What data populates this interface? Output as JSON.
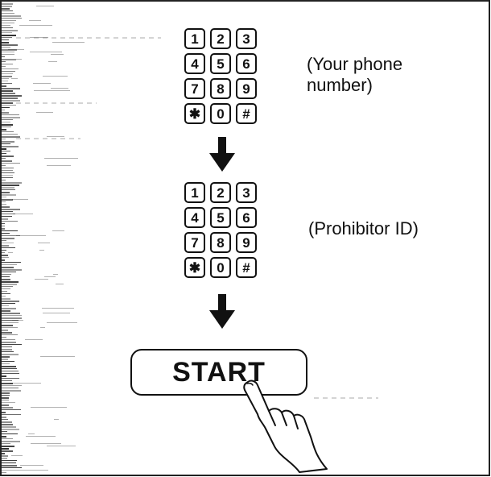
{
  "keypad_1": {
    "keys": [
      "1",
      "2",
      "3",
      "4",
      "5",
      "6",
      "7",
      "8",
      "9",
      "✱",
      "0",
      "#"
    ],
    "caption": "(Your phone\nnumber)"
  },
  "keypad_2": {
    "keys": [
      "1",
      "2",
      "3",
      "4",
      "5",
      "6",
      "7",
      "8",
      "9",
      "✱",
      "0",
      "#"
    ],
    "caption": "(Prohibitor ID)"
  },
  "start_button": {
    "label": "START"
  }
}
